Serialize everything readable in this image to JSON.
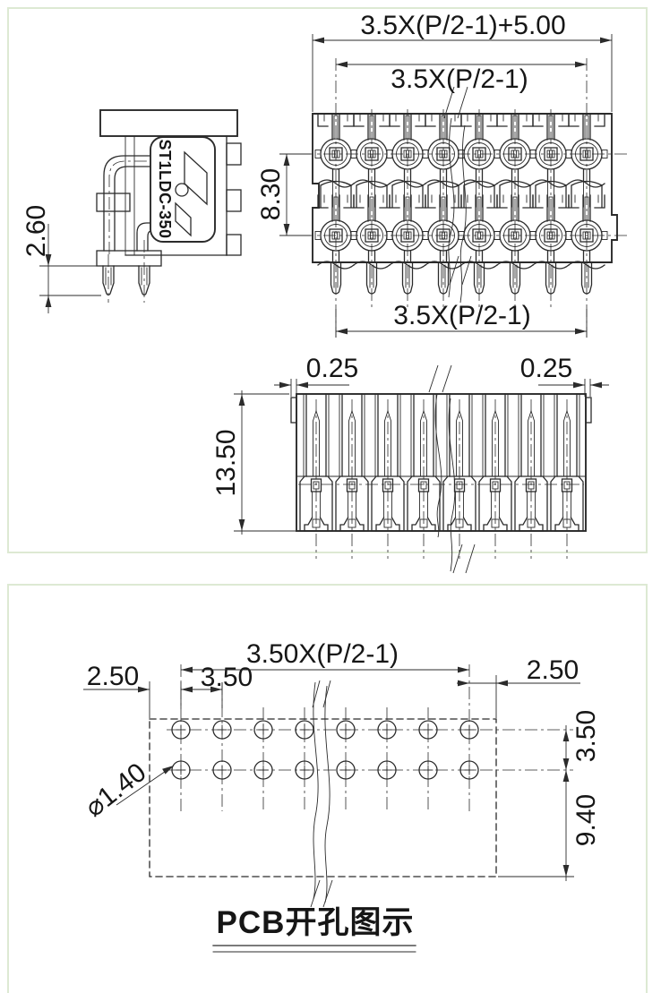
{
  "drawing": {
    "background": "#ffffff",
    "line_color": "#2b2b2b",
    "panel_border_color": "#dde9d3"
  },
  "part_label": "ST1LDC-350",
  "top_panel": {
    "side_view": {
      "pin_height_dim": "2.60"
    },
    "top_view": {
      "overall_width_dim": "3.5X(P/2-1)+5.00",
      "pin_span_dim_top": "3.5X(P/2-1)",
      "row_spacing_dim": "8.30",
      "pin_span_dim_bottom": "3.5X(P/2-1)",
      "rows": 2,
      "positions_per_row": 8
    },
    "front_view": {
      "edge_offset_dim_left": "0.25",
      "edge_offset_dim_right": "0.25",
      "height_dim": "13.50",
      "positions": 8
    }
  },
  "bottom_panel": {
    "pcb_view": {
      "hole_span_dim": "3.50X(P/2-1)",
      "left_margin_dim": "2.50",
      "pitch_dim": "3.50",
      "right_margin_dim": "2.50",
      "row_spacing_dim": "3.50",
      "board_depth_dim": "9.40",
      "hole_diameter_dim": "⌀1.40",
      "rows": 2,
      "holes_per_row": 8,
      "title": "PCB开孔图示"
    }
  }
}
